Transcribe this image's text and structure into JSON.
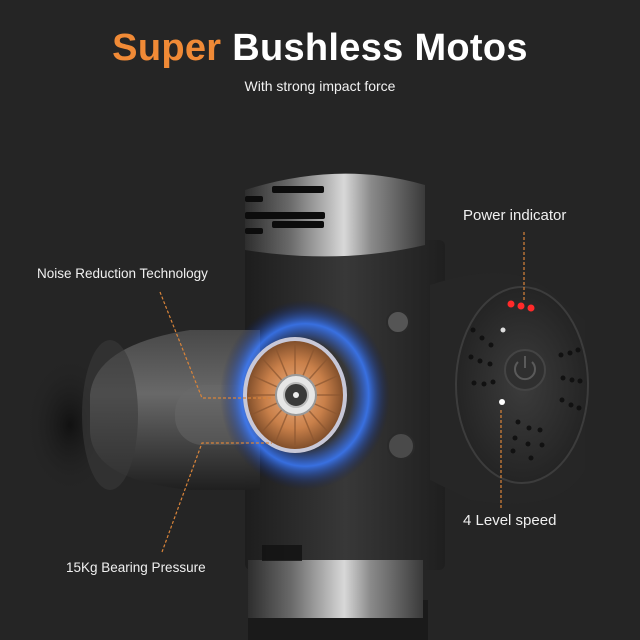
{
  "header": {
    "title_accent": "Super",
    "title_rest": "Bushless Motos",
    "subtitle": "With strong impact force"
  },
  "callouts": {
    "noise": "Noise Reduction Technology",
    "bearing": "15Kg Bearing Pressure",
    "power": "Power indicator",
    "speed": "4 Level speed"
  },
  "colors": {
    "background": "#252525",
    "accent": "#f08a36",
    "callout_line": "#d9843a",
    "led_red": "#ff2a2a",
    "motor_glow": "#2f6bff",
    "copper": "#c9804a"
  }
}
